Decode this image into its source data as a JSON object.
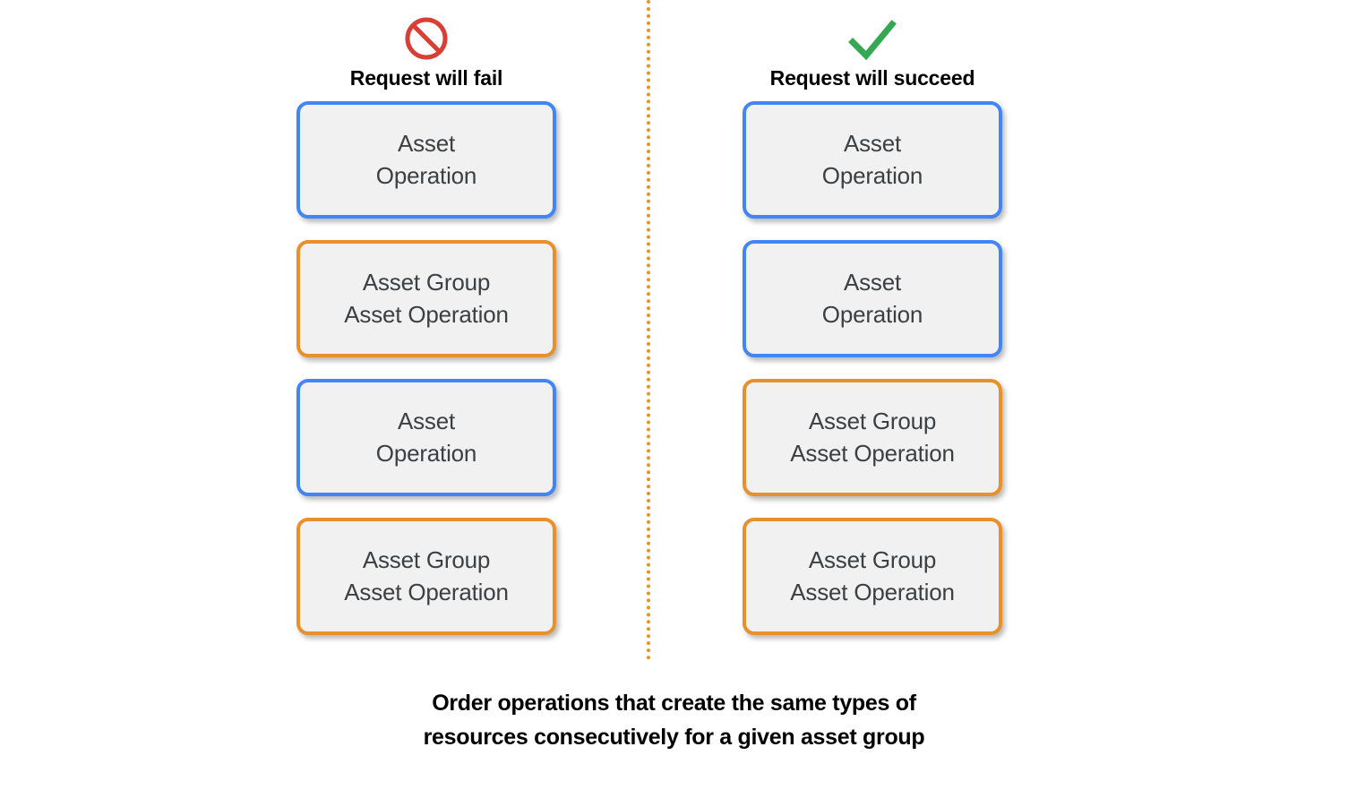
{
  "diagram": {
    "caption": "Order operations that create the same types of\nresources consecutively for a given asset group",
    "divider": {
      "style": "dotted",
      "color": "#E8912C"
    },
    "colors": {
      "blue_border": "#4285F4",
      "orange_border": "#E8912C",
      "box_fill": "#F1F1F1",
      "box_text": "#3C4043",
      "fail_icon": "#D93F35",
      "succeed_icon": "#34A853",
      "background": "#FFFFFF"
    },
    "columns": [
      {
        "id": "fail",
        "title": "Request will fail",
        "icon": "prohibition-icon",
        "icon_color": "#D93F35",
        "boxes": [
          {
            "label": "Asset\nOperation",
            "type": "asset-operation",
            "color": "blue"
          },
          {
            "label": "Asset Group\nAsset Operation",
            "type": "asset-group-asset-operation",
            "color": "orange"
          },
          {
            "label": "Asset\nOperation",
            "type": "asset-operation",
            "color": "blue"
          },
          {
            "label": "Asset Group\nAsset Operation",
            "type": "asset-group-asset-operation",
            "color": "orange"
          }
        ]
      },
      {
        "id": "succeed",
        "title": "Request will succeed",
        "icon": "checkmark-icon",
        "icon_color": "#34A853",
        "boxes": [
          {
            "label": "Asset\nOperation",
            "type": "asset-operation",
            "color": "blue"
          },
          {
            "label": "Asset\nOperation",
            "type": "asset-operation",
            "color": "blue"
          },
          {
            "label": "Asset Group\nAsset Operation",
            "type": "asset-group-asset-operation",
            "color": "orange"
          },
          {
            "label": "Asset Group\nAsset Operation",
            "type": "asset-group-asset-operation",
            "color": "orange"
          }
        ]
      }
    ]
  }
}
